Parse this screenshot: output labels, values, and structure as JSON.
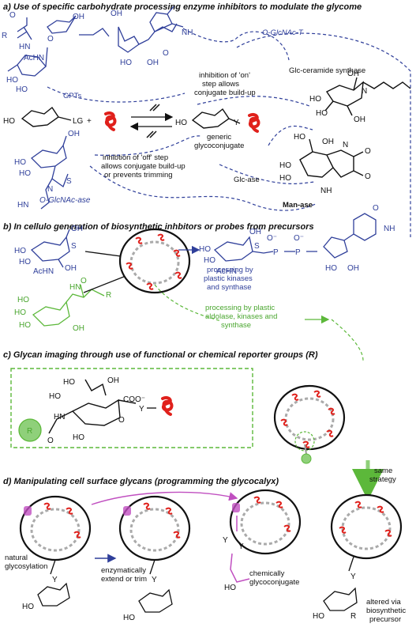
{
  "sections": {
    "a_title": "a) Use of specific carbohydrate processing enzyme inhibitors to modulate the glycome",
    "b_title": "b) In cellulo generation of biosynthetic inhbitors or probes from precursors",
    "c_title": "c) Glycan imaging through use of functional or chemical reporter groups (R)",
    "d_title": "d) Manipulating cell surface glycans (programming the glycocalyx)"
  },
  "panel_a": {
    "o_glcnac_t": "O-GlcNAc-T",
    "gpts": "GPTs",
    "on_step": [
      "inhibition of 'on'",
      "step allows",
      "conjugate build-up"
    ],
    "glc_ceramide": "Glc-ceramide synthase",
    "generic": [
      "generic",
      "glycoconjugate"
    ],
    "off_step": [
      "inhibtion of 'off' step",
      "allows conjugate build-up",
      "or prevents trimming"
    ],
    "glc_ase": "Glc-ase",
    "man_ase": "Man-ase",
    "o_glcnac_ase": "O-GlcNAc-ase",
    "lg": "LG",
    "y": "Y",
    "ho": "HO",
    "oh": "OH",
    "achn": "AcHN",
    "r": "R",
    "o": "O",
    "n": "N",
    "nh": "NH",
    "hn": "HN",
    "s": "S"
  },
  "panel_b": {
    "processing_blue": [
      "processing by",
      "plastic kinases",
      "and synthase"
    ],
    "processing_green": [
      "processing by plastic",
      "aldolase, kinases and",
      "synthase"
    ],
    "p": "P",
    "o_minus": "O⁻"
  },
  "panel_c": {
    "coo": "COO⁻",
    "r": "R"
  },
  "panel_d": {
    "natural": [
      "natural",
      "glycosylation"
    ],
    "enzymatic": [
      "enzymatically",
      "extend or trim"
    ],
    "chemically": [
      "chemically",
      "glycoconjugate"
    ],
    "altered": [
      "altered via",
      "biosynthetic",
      "precursor"
    ],
    "same_strategy": [
      "same",
      "strategy"
    ]
  },
  "colors": {
    "blue": "#2f3f9a",
    "green": "#5cb83a",
    "red": "#e0201b",
    "magenta": "#c04fc0",
    "black": "#111111"
  }
}
